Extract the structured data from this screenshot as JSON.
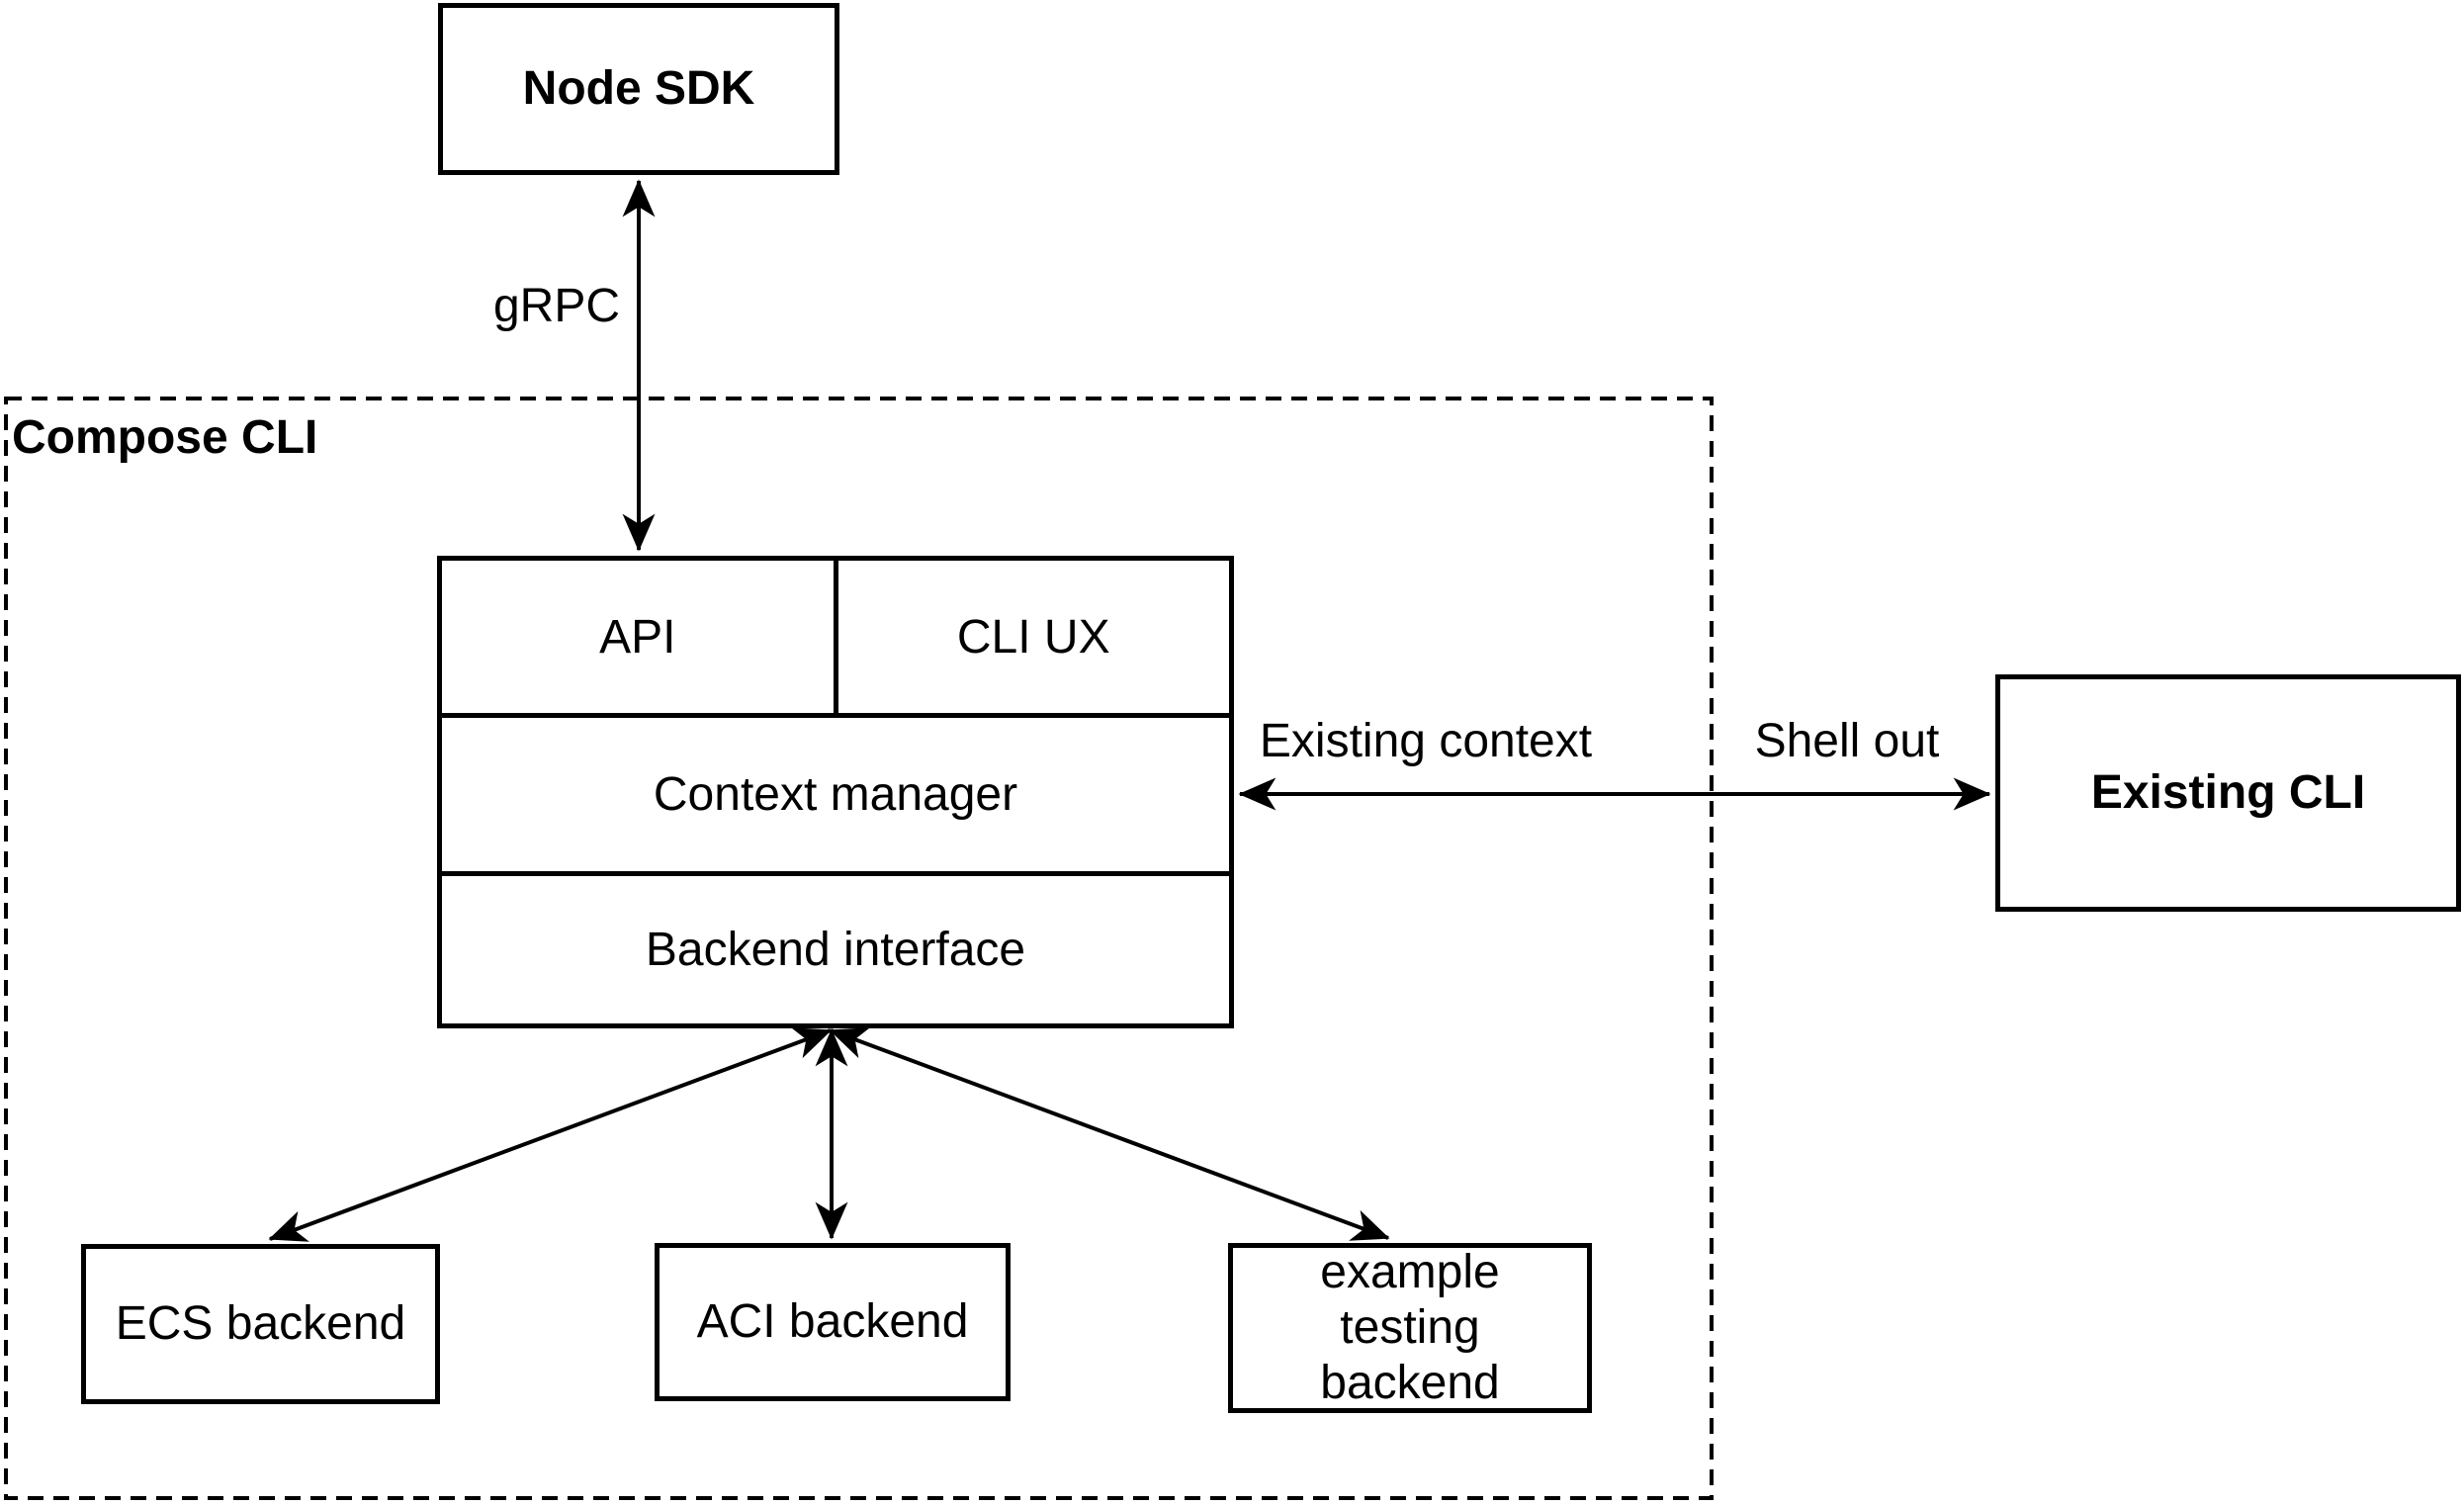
{
  "nodes": {
    "node_sdk": {
      "label": "Node SDK"
    },
    "api": {
      "label": "API"
    },
    "cli_ux": {
      "label": "CLI UX"
    },
    "context_manager": {
      "label": "Context manager"
    },
    "backend_interface": {
      "label": "Backend interface"
    },
    "existing_cli": {
      "label": "Existing CLI"
    },
    "ecs_backend": {
      "label": "ECS backend"
    },
    "aci_backend": {
      "label": "ACI backend"
    },
    "example_testing_backend": {
      "label": "example testing backend"
    }
  },
  "containers": {
    "compose_cli": {
      "label": "Compose CLI"
    }
  },
  "edges": {
    "grpc": {
      "label": "gRPC"
    },
    "existing_context": {
      "label": "Existing context"
    },
    "shell_out": {
      "label": "Shell out"
    }
  },
  "colors": {
    "stroke": "#000000",
    "background": "#ffffff"
  }
}
